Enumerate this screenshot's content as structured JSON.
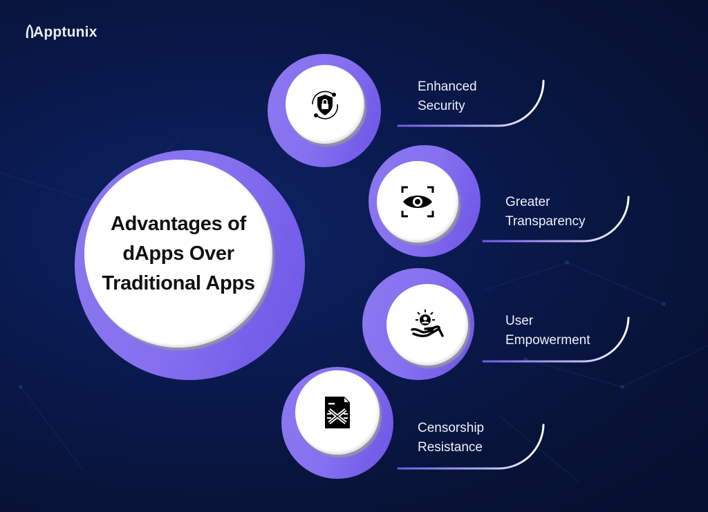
{
  "brand": {
    "logo_text": "Apptunix"
  },
  "center": {
    "title": "Advantages of dApps Over Traditional Apps"
  },
  "items": [
    {
      "line1": "Enhanced",
      "line2": "Security",
      "icon": "shield-lock-icon"
    },
    {
      "line1": "Greater",
      "line2": "Transparency",
      "icon": "eye-scan-icon"
    },
    {
      "line1": "User",
      "line2": "Empowerment",
      "icon": "hand-user-icon"
    },
    {
      "line1": "Censorship",
      "line2": "Resistance",
      "icon": "document-cross-icon"
    }
  ],
  "colors": {
    "background": "#0a1a4f",
    "ring": "#8670f0",
    "inner": "#ffffff",
    "text": "#eef0fb",
    "line": "#7b68ee"
  }
}
